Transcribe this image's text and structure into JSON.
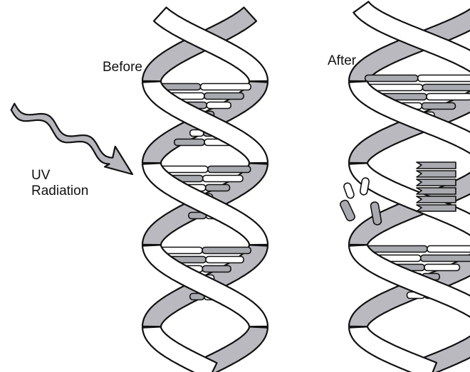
{
  "labels": {
    "before": "Before",
    "after": "After",
    "uv_line1": "UV",
    "uv_line2": "Radiation"
  },
  "colors": {
    "ink": "#111111",
    "backbone_front": "#ffffff",
    "backbone_back": "#b9b9bf",
    "base_dark": "#a9a9b0",
    "base_light": "#ffffff",
    "arrow_fill": "#b7b7bd"
  }
}
